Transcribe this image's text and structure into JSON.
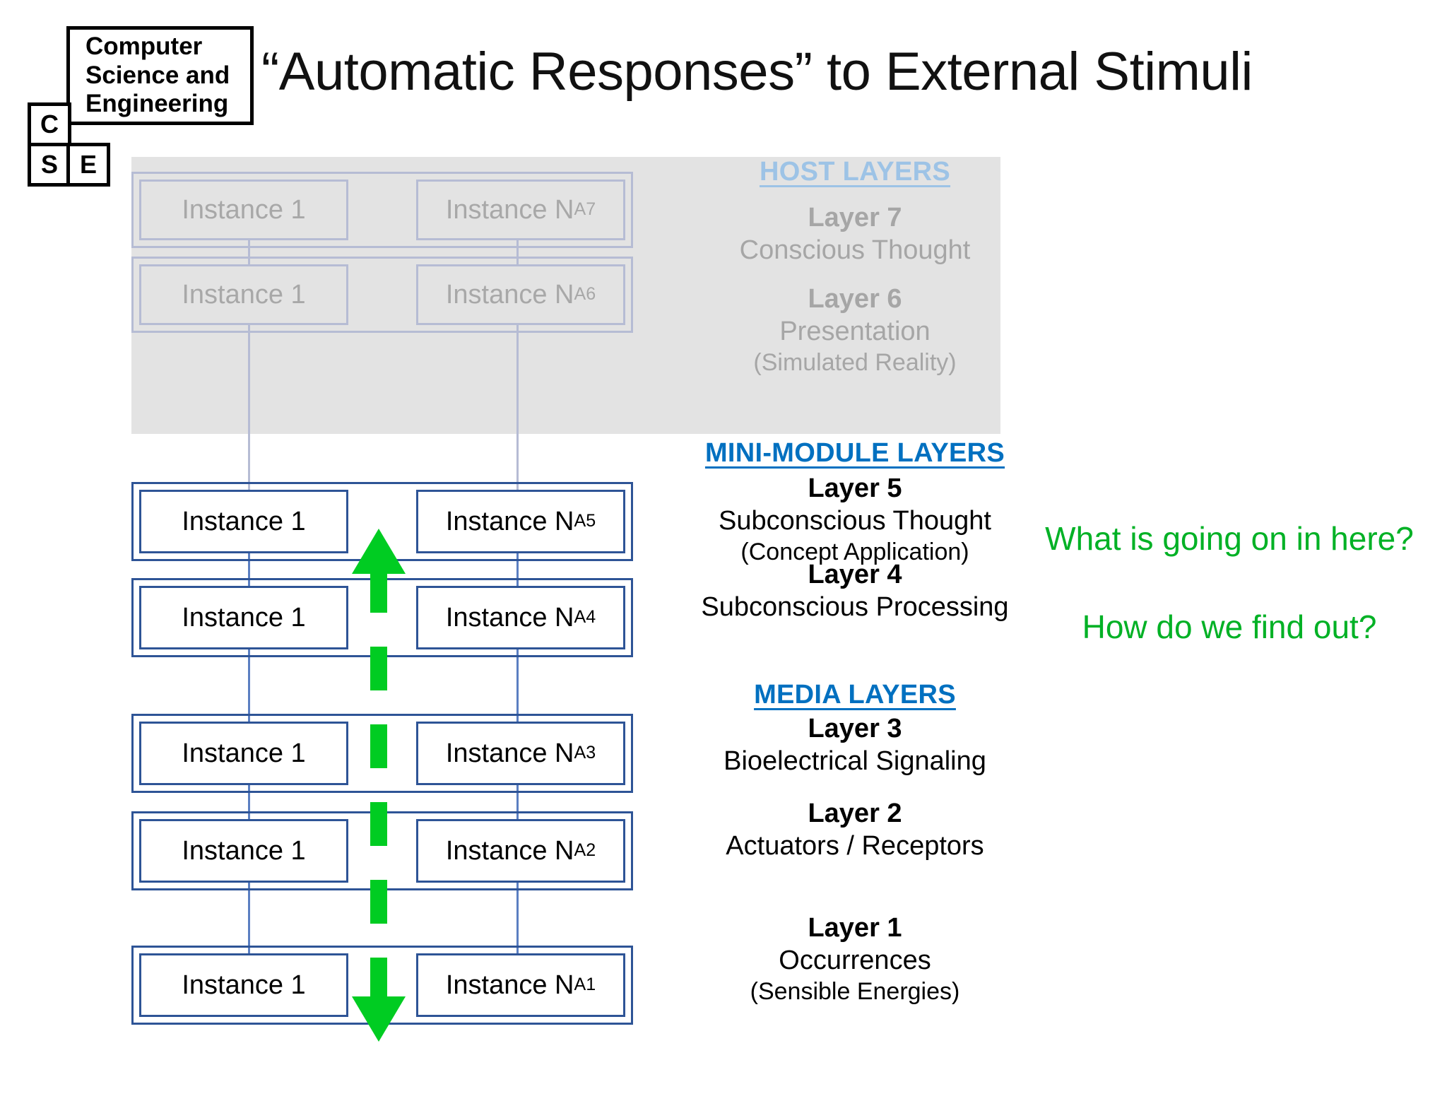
{
  "logo": {
    "main_line1": "Computer",
    "main_line2": "Science and",
    "main_line3": "Engineering",
    "c": "C",
    "s": "S",
    "e": "E"
  },
  "title": "“Automatic Responses” to External Stimuli",
  "groups": [
    {
      "id": "host",
      "label": "HOST LAYERS",
      "color": "#9dc3e6"
    },
    {
      "id": "mini",
      "label": "MINI-MODULE LAYERS",
      "color": "#0070c0"
    },
    {
      "id": "media",
      "label": "MEDIA LAYERS",
      "color": "#0070c0"
    }
  ],
  "layers": [
    {
      "number": "Layer 7",
      "name": "Conscious Thought",
      "sub": "",
      "group": "host",
      "instance_left": "Instance 1",
      "instance_right": "Instance N",
      "instance_right_sub": "A7",
      "ghost": true
    },
    {
      "number": "Layer 6",
      "name": "Presentation",
      "sub": "(Simulated Reality)",
      "group": "host",
      "instance_left": "Instance 1",
      "instance_right": "Instance N",
      "instance_right_sub": "A6",
      "ghost": true
    },
    {
      "number": "Layer 5",
      "name": "Subconscious Thought",
      "sub": "(Concept Application)",
      "group": "mini",
      "instance_left": "Instance 1",
      "instance_right": "Instance N",
      "instance_right_sub": "A5",
      "ghost": false
    },
    {
      "number": "Layer 4",
      "name": "Subconscious Processing",
      "sub": "",
      "group": "mini",
      "instance_left": "Instance 1",
      "instance_right": "Instance N",
      "instance_right_sub": "A4",
      "ghost": false
    },
    {
      "number": "Layer 3",
      "name": "Bioelectrical Signaling",
      "sub": "",
      "group": "media",
      "instance_left": "Instance 1",
      "instance_right": "Instance N",
      "instance_right_sub": "A3",
      "ghost": false
    },
    {
      "number": "Layer 2",
      "name": "Actuators / Receptors",
      "sub": "",
      "group": "media",
      "instance_left": "Instance 1",
      "instance_right": "Instance N",
      "instance_right_sub": "A2",
      "ghost": false
    },
    {
      "number": "Layer 1",
      "name": "Occurrences",
      "sub": "(Sensible Energies)",
      "group": "media",
      "instance_left": "Instance 1",
      "instance_right": "Instance N",
      "instance_right_sub": "A1",
      "ghost": false
    }
  ],
  "questions": [
    "What is going on in here?",
    "How do we find out?"
  ],
  "colors": {
    "box_border": "#2e5496",
    "ghost_border": "#b6bcd4",
    "host_panel_bg": "#e3e3e3",
    "accent_blue": "#0070c0",
    "host_blue": "#9dc3e6",
    "arrow_green": "#00cc22",
    "question_green": "#00b125"
  }
}
